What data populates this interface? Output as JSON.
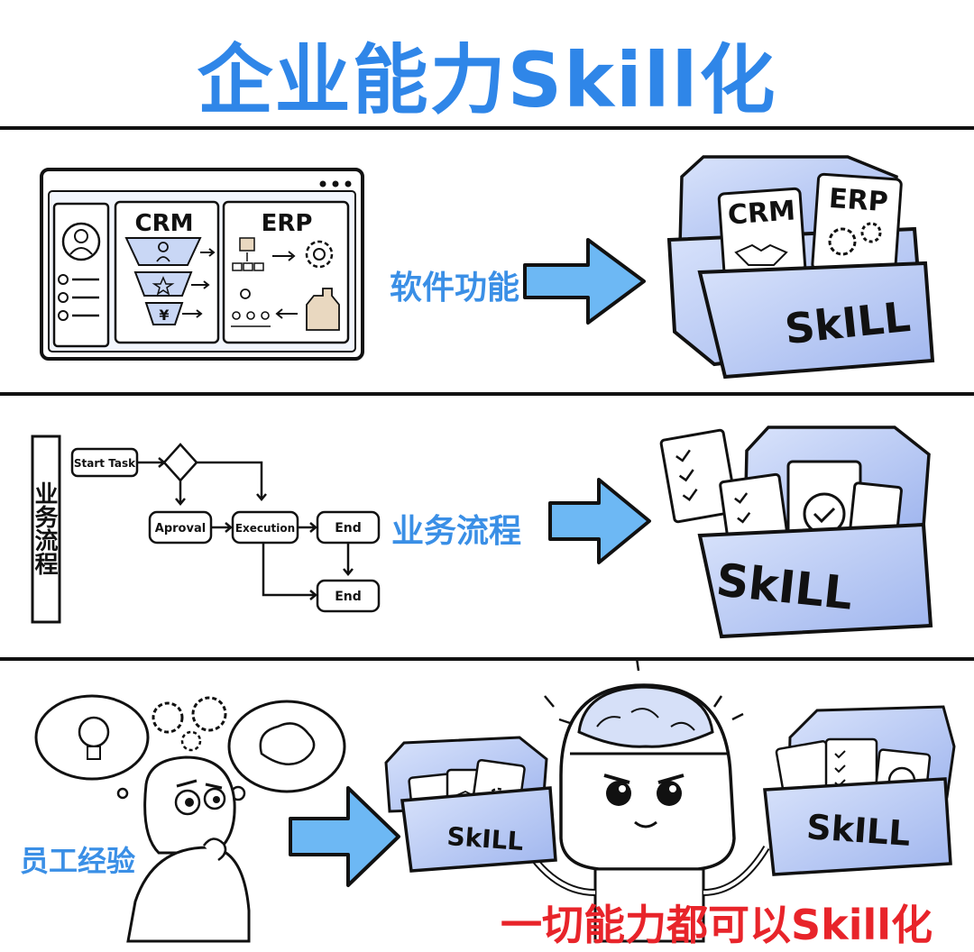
{
  "title": "企业能力Skill化",
  "row1": {
    "app_labels": [
      "CRM",
      "ERP"
    ],
    "funnel_symbol": "¥",
    "caption": "软件功能",
    "box_cards": [
      "CRM",
      "ERP"
    ],
    "box_label": "SkILL"
  },
  "row2": {
    "side_label": "业务流程",
    "flow_nodes": [
      "Start Task",
      "Aproval",
      "Execution",
      "End",
      "End"
    ],
    "caption": "业务流程",
    "box_label": "SkILL"
  },
  "row3": {
    "caption": "员工经验",
    "box_left_label": "SkILL",
    "box_right_label": "SkILL",
    "footer": "一切能力都可以Skill化"
  },
  "colors": {
    "title": "#2f86e8",
    "caption": "#3a8fe6",
    "footer": "#e8242a",
    "arrow": "#6db8f4",
    "box": "#b9c9f3"
  }
}
